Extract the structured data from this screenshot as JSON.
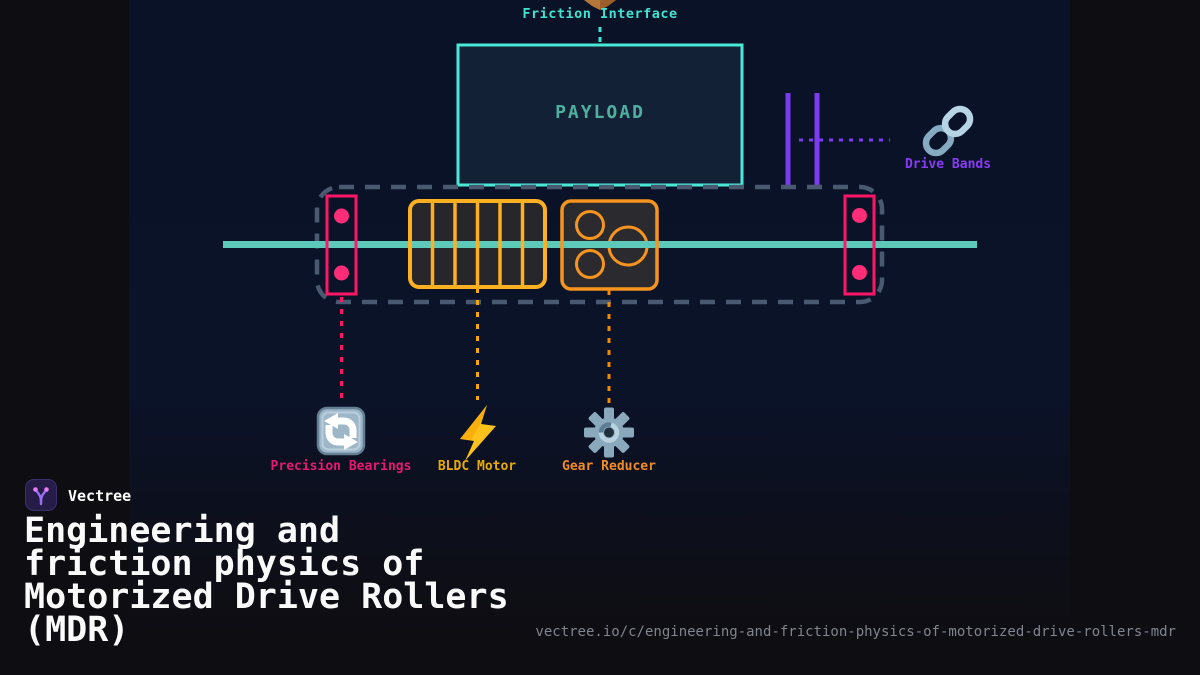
{
  "diagram": {
    "friction_interface_label": "Friction Interface",
    "payload_label": "PAYLOAD",
    "drive_bands_label": "Drive Bands",
    "components": [
      {
        "label": "Precision Bearings",
        "icon": "repeat-arrows-icon",
        "color": "#e6196e"
      },
      {
        "label": "BLDC Motor",
        "icon": "lightning-bolt-icon",
        "color": "#e9ab00"
      },
      {
        "label": "Gear Reducer",
        "icon": "gear-icon",
        "color": "#f08c26"
      }
    ],
    "colors": {
      "panel_background": "#0a1228",
      "payload_border": "#4be8d6",
      "payload_fill": "#122135",
      "shaft": "#5cc9b9",
      "bearing_outline": "#ff1767",
      "bearing_dot": "#ff2d78",
      "motor_outline": "#ffb020",
      "gear_outline": "#f7941d",
      "drive_band": "#7c3bf0",
      "roller_outline": "#49596f"
    }
  },
  "footer": {
    "brand": "Vectree",
    "title": "Engineering and friction physics of Motorized Drive Rollers (MDR)",
    "title_lines": [
      "Engineering and",
      "friction physics of",
      "Motorized Drive Rollers",
      "(MDR)"
    ],
    "url": "vectree.io/c/engineering-and-friction-physics-of-motorized-drive-rollers-mdr"
  }
}
